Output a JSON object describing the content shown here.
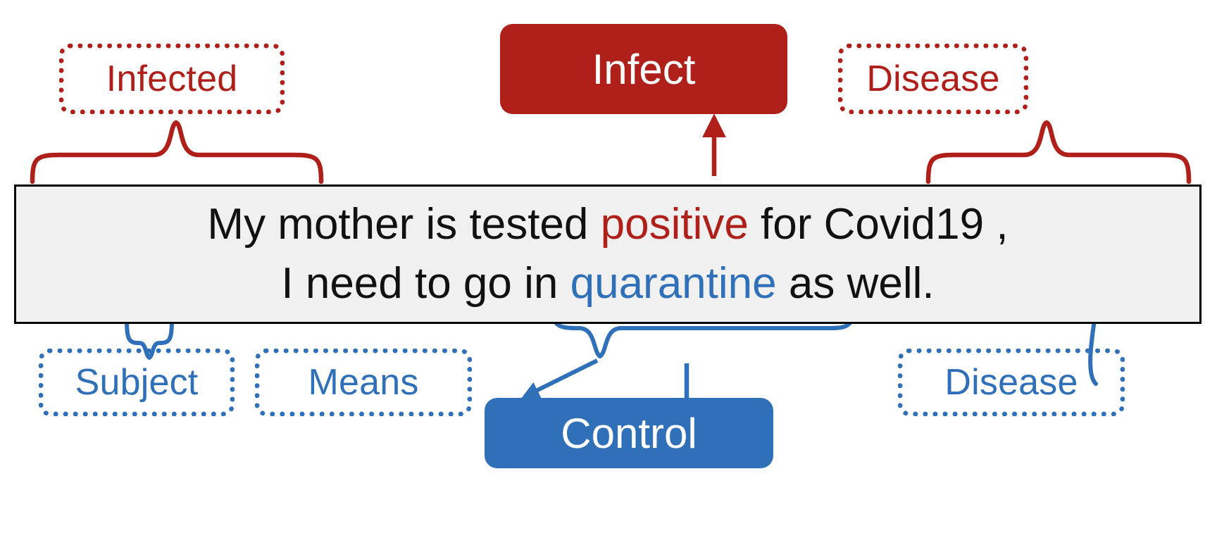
{
  "palette": {
    "red": "#b0201a",
    "blue": "#2f70b8",
    "panel_bg": "#f0f0f0",
    "panel_border": "#000000",
    "text": "#111111",
    "page_bg": "#ffffff"
  },
  "sentence": {
    "line1": {
      "pre": "My mother is tested ",
      "highlight_red": "positive",
      "mid": " for Covid19 ,",
      "full": "My mother is tested positive for Covid19 ,"
    },
    "line2": {
      "pre": "I need to go in ",
      "highlight_blue": "quarantine",
      "post": " as well.",
      "full": "I need to go in quarantine as well."
    },
    "full_text": "My mother is tested positive for Covid19 , I need to go in quarantine as well."
  },
  "labels": {
    "infected": "Infected",
    "disease_top": "Disease",
    "subject": "Subject",
    "means": "Means",
    "disease_bottom": "Disease"
  },
  "actions": {
    "infect": "Infect",
    "control": "Control"
  },
  "annotations": [
    {
      "id": "infected",
      "label": "Infected",
      "color": "#b0201a",
      "style": "dotted-chip",
      "span": "My mother is tested positive",
      "connector": "curly-brace-up"
    },
    {
      "id": "disease-top",
      "label": "Disease",
      "color": "#b0201a",
      "style": "dotted-chip",
      "span": "for Covid19 ,",
      "connector": "curly-brace-up"
    },
    {
      "id": "subject",
      "label": "Subject",
      "color": "#2f70b8",
      "style": "dotted-chip",
      "span": "I",
      "connector": "curly-brace-down"
    },
    {
      "id": "means",
      "label": "Means",
      "color": "#2f70b8",
      "style": "dotted-chip",
      "span": "quarantine",
      "connector": "curly-brace-down-with-leader"
    },
    {
      "id": "disease-bottom",
      "label": "Disease",
      "color": "#2f70b8",
      "style": "dotted-chip",
      "span": "Covid19",
      "connector": "curly-brace-down-with-leader"
    },
    {
      "id": "infect",
      "label": "Infect",
      "color": "#b0201a",
      "style": "solid-box",
      "connector": "arrow-up"
    },
    {
      "id": "control",
      "label": "Control",
      "color": "#2f70b8",
      "style": "solid-box",
      "connector": "arrow-down"
    }
  ]
}
